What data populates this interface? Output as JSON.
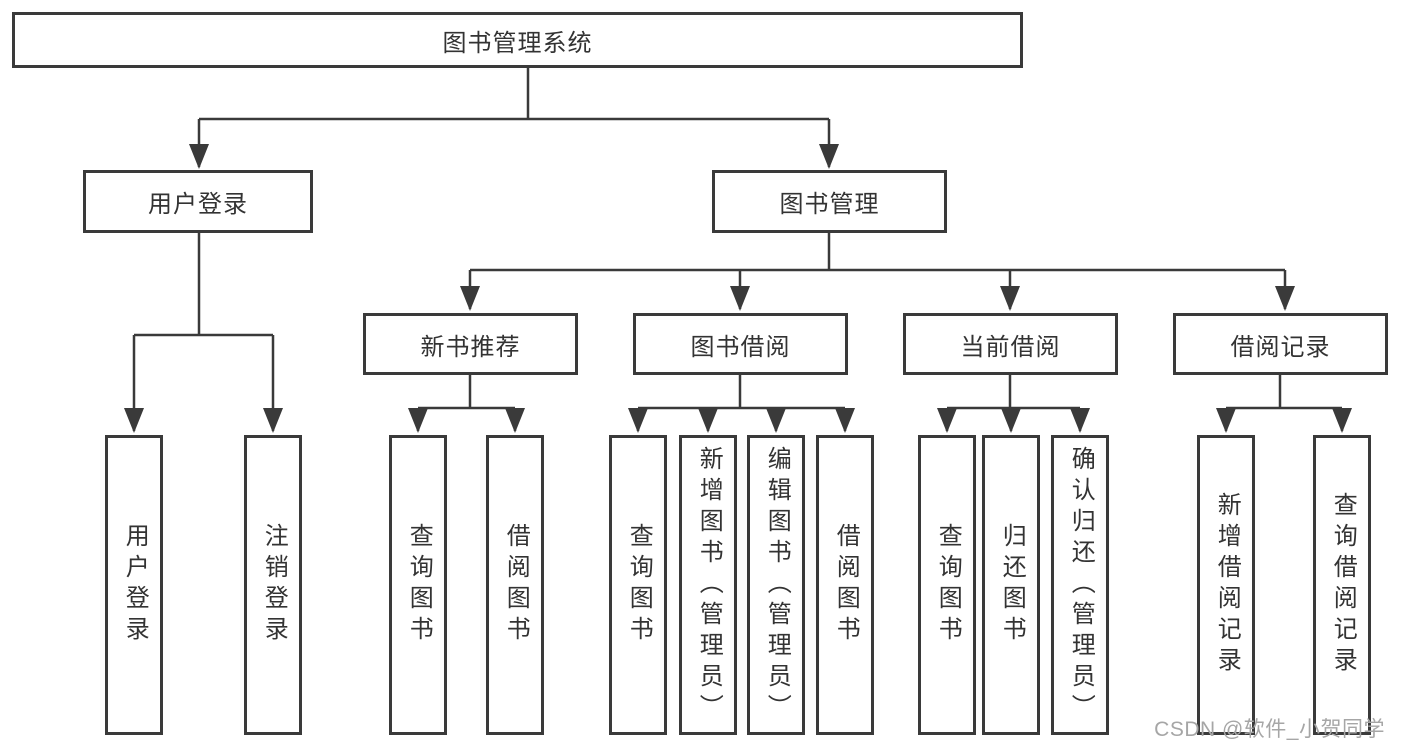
{
  "colors": {
    "line": "#3a3a3a",
    "text": "#333333",
    "watermark": "#a6a6a6",
    "background": "#ffffff"
  },
  "nodes": {
    "root": "图书管理系统",
    "user_login": "用户登录",
    "book_mgmt": "图书管理",
    "new_book_rec": "新书推荐",
    "book_borrow": "图书借阅",
    "current_borrow": "当前借阅",
    "borrow_record": "借阅记录",
    "ul_login": "用户登录",
    "ul_logout": "注销登录",
    "nb_query": "查询图书",
    "nb_borrow": "借阅图书",
    "bb_query": "查询图书",
    "bb_add": "新增图书（管理员）",
    "bb_edit": "编辑图书（管理员）",
    "bb_borrow": "借阅图书",
    "cb_query": "查询图书",
    "cb_return": "归还图书",
    "cb_confirm": "确认归还（管理员）",
    "br_add": "新增借阅记录",
    "br_query": "查询借阅记录"
  },
  "watermark": "CSDN @软件_小贺同学"
}
